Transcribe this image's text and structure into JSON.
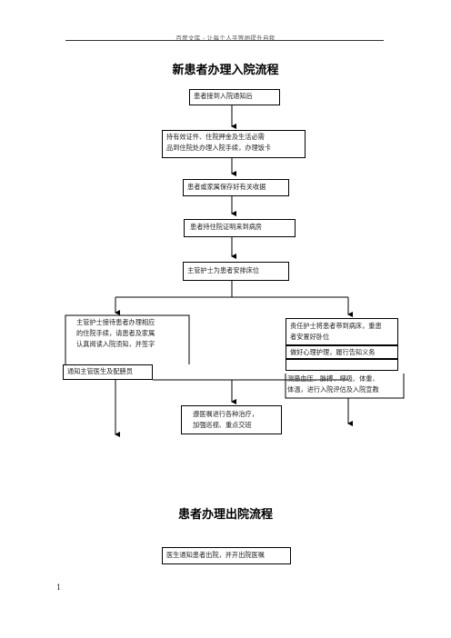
{
  "header": {
    "text": "百度文库 - 让每个人平等地提升自我"
  },
  "admission": {
    "title": "新患者办理入院流程",
    "step1": "患者接到入院通知后",
    "step2_line1": "持有效证件、住院押金及生活必需",
    "step2_line2": "品到住院处办理入院手续，办理饭卡",
    "step3": "患者或家属保存好有关收据",
    "step4": "患者持住院证明来到病房",
    "step5": "主管护士为患者安排床位",
    "left_branch_line1": "主管护士接待患者办理相应",
    "left_branch_line2": "的住院手续，请患者及家属",
    "left_branch_line3": "认真阅读入院须知，并签字",
    "notify_doctor": "通知主管医生及配膳员",
    "right_branch_line1": "责任护士将患者带到病床，重患",
    "right_branch_line2": "者安置好卧位",
    "right_branch_line3": "做好心理护理，履行告知义务",
    "measure_line1": "测量血压、脉搏、呼吸、体重、",
    "measure_line2": "体温，进行入院评估及入院宣教",
    "treatment_line1": "遵医嘱进行各种治疗，",
    "treatment_line2": "加强巡视、重点交班"
  },
  "discharge": {
    "title": "患者办理出院流程",
    "step1": "医生通知患者出院，并开出院医嘱"
  },
  "footer": {
    "page_number": "1"
  }
}
